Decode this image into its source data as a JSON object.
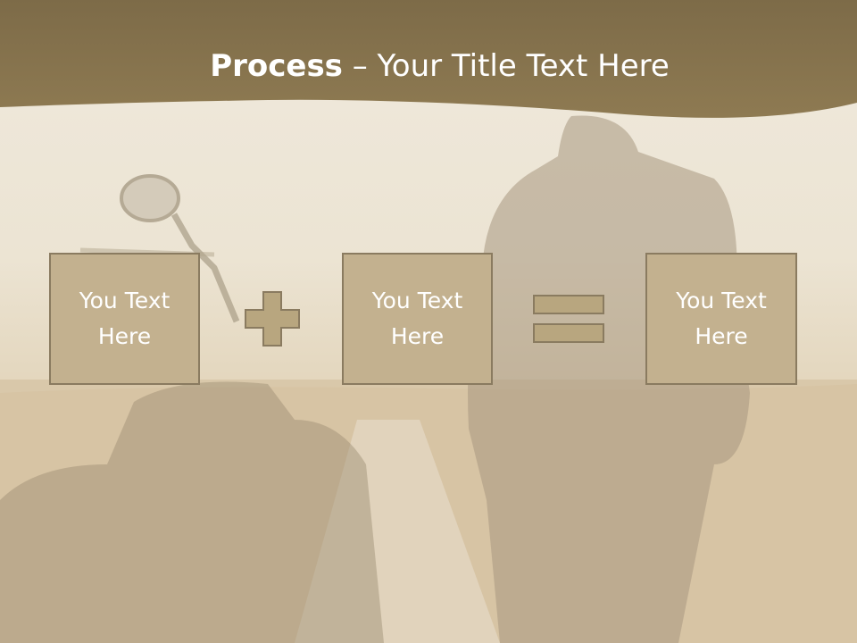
{
  "slide": {
    "title_bold": "Process",
    "title_rest": " – Your Title Text Here",
    "boxes": [
      {
        "text": "You Text Here"
      },
      {
        "text": "You Text Here"
      },
      {
        "text": "You Text Here"
      }
    ],
    "operators": [
      "plus-icon",
      "equals-icon"
    ],
    "colors": {
      "banner": "#8c7a55",
      "box_fill": "#c3b18f",
      "box_border": "#8a7b60",
      "operator_fill": "#b8a67f",
      "title_text": "#ffffff"
    }
  }
}
